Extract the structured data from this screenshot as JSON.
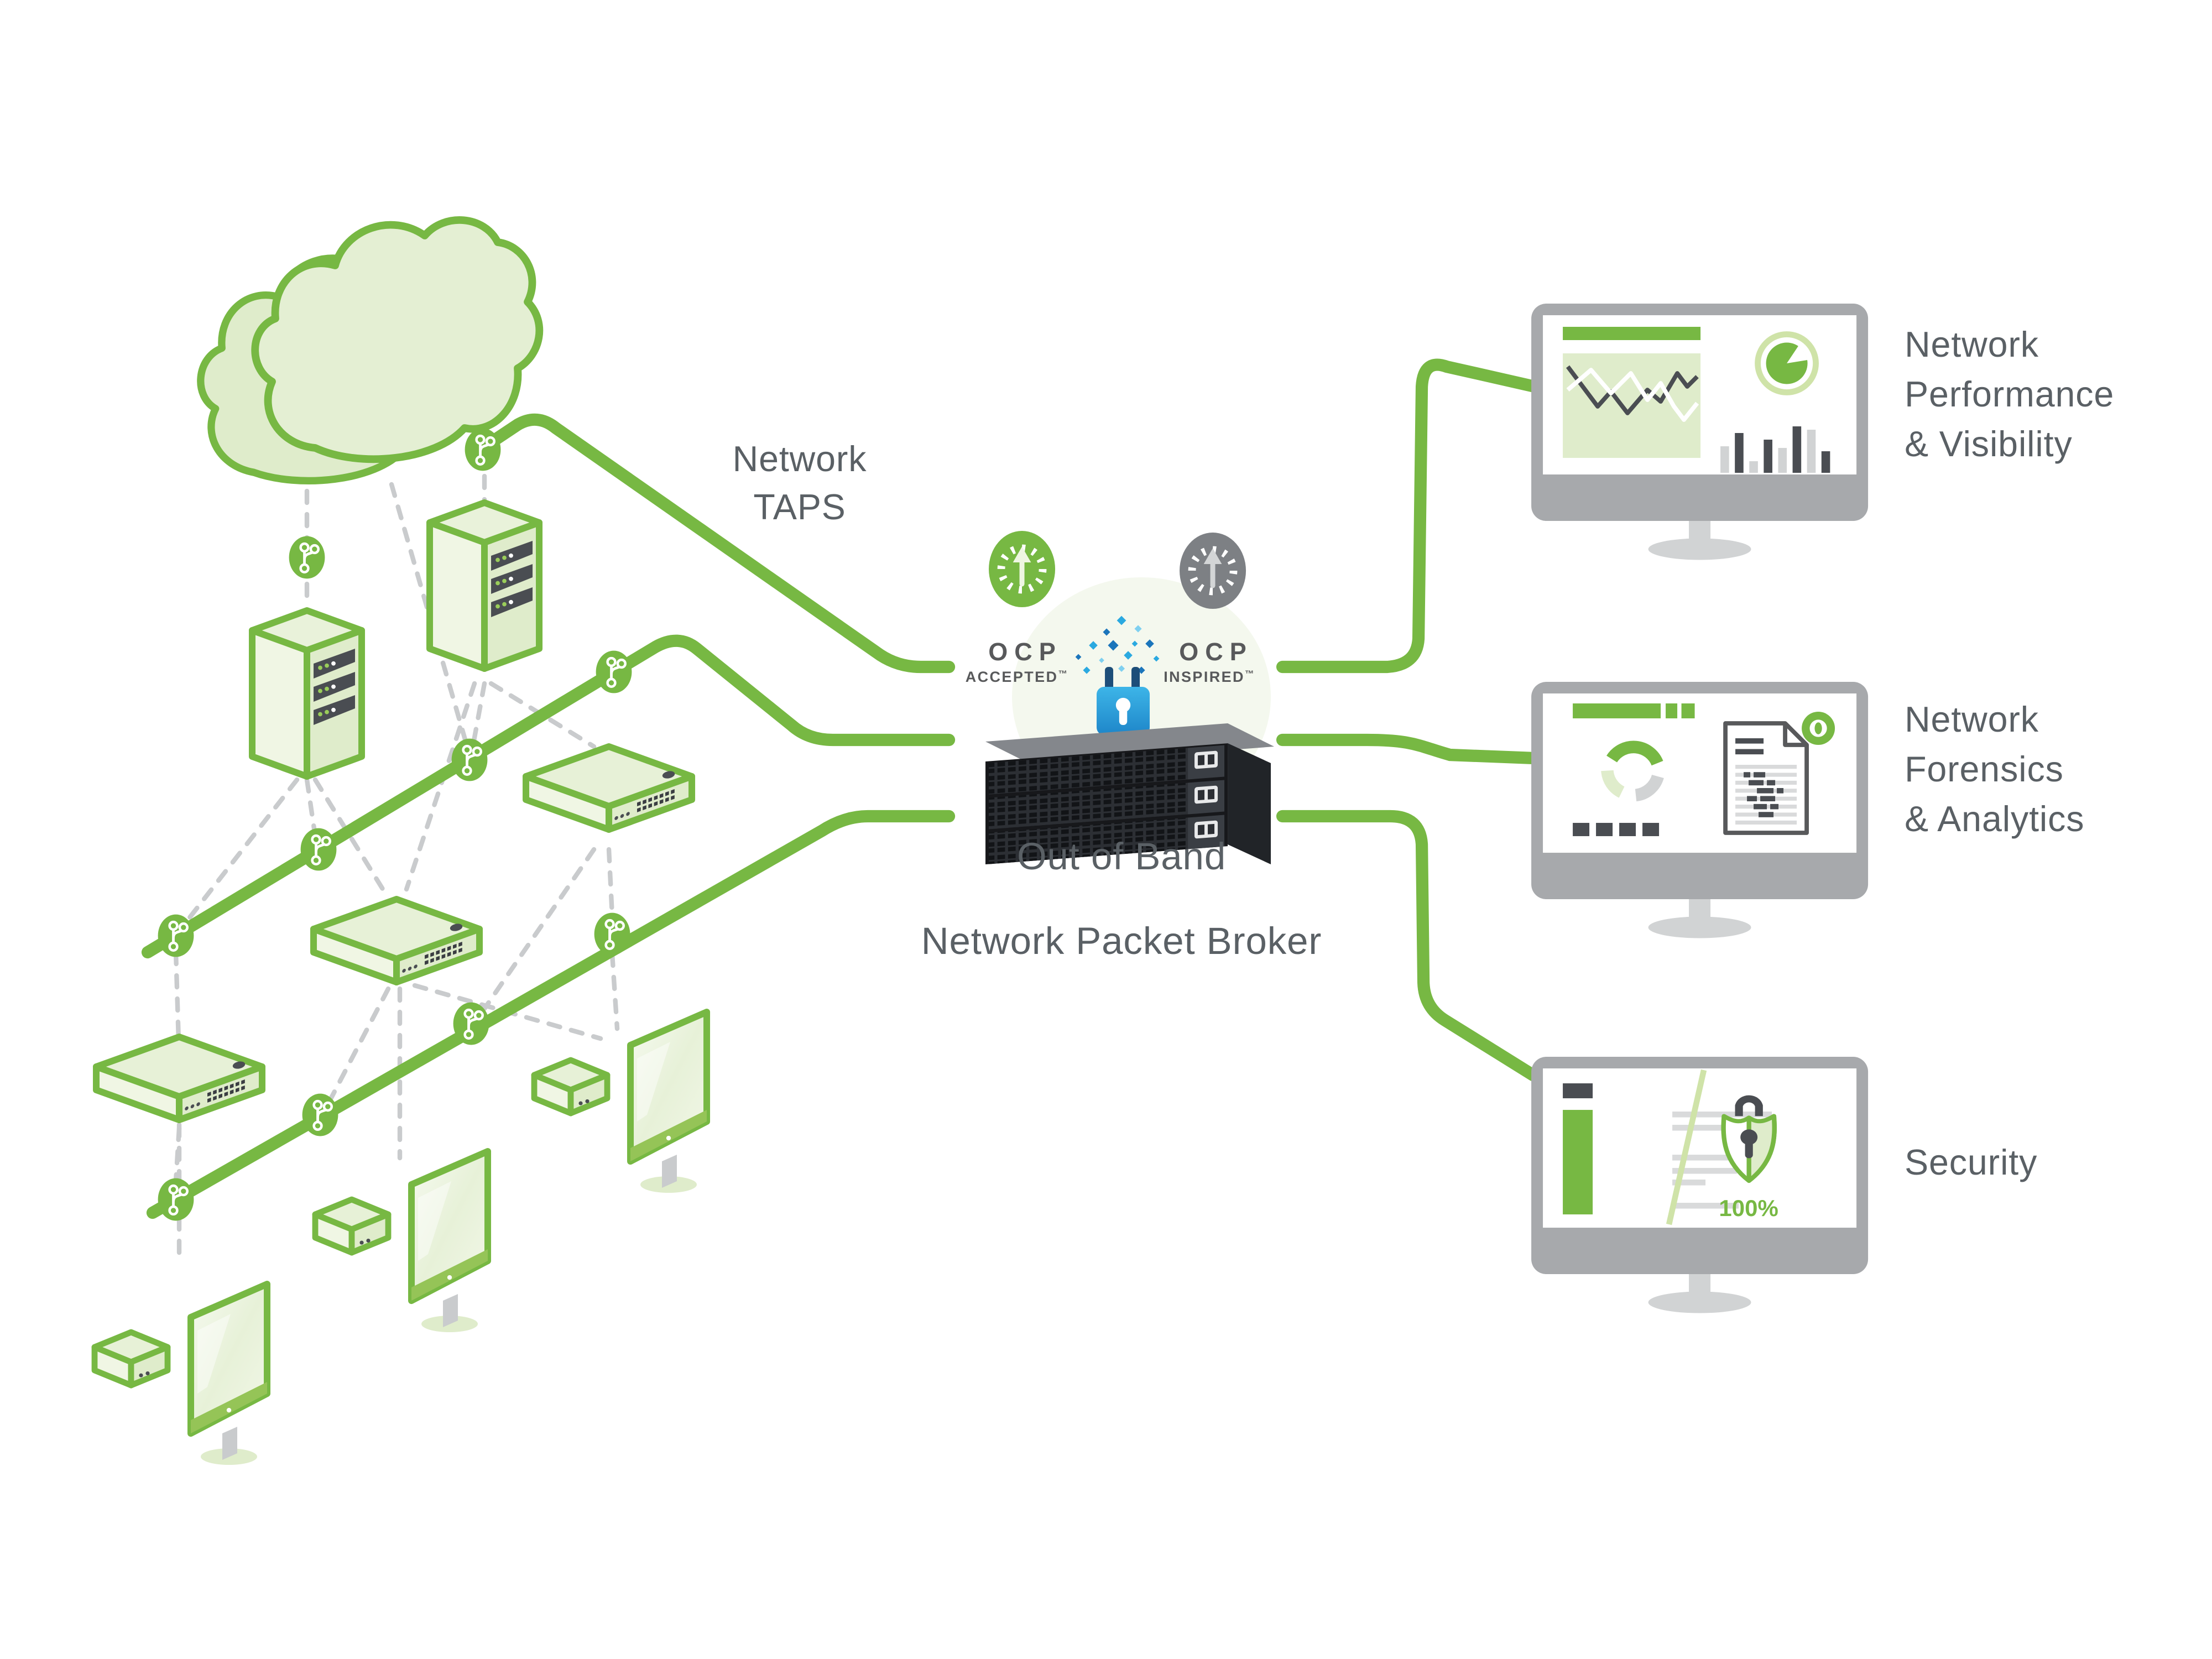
{
  "labels": {
    "taps": {
      "line1": "Network",
      "line2": "TAPS"
    },
    "broker": {
      "line1": "Out of Band",
      "line2": "Network Packet Broker"
    }
  },
  "badges": {
    "accepted": {
      "title": "OCP",
      "subtitle": "ACCEPTED",
      "trademark": "™"
    },
    "inspired": {
      "title": "OCP",
      "subtitle": "INSPIRED",
      "trademark": "™"
    }
  },
  "outputs": [
    {
      "name": "network-performance-visibility",
      "lines": [
        "Network",
        "Performance",
        "& Visibility"
      ]
    },
    {
      "name": "network-forensics-analytics",
      "lines": [
        "Network",
        "Forensics",
        "& Analytics"
      ]
    },
    {
      "name": "security",
      "lines": [
        "Security"
      ],
      "metric": "100%"
    }
  ],
  "topology": {
    "cloud": 1,
    "servers": 2,
    "switches": 3,
    "workstations": 3,
    "taps": 10
  },
  "colors": {
    "accent_green": "#77B843",
    "device_fill": "#DFECCB",
    "pale_green": "#CFE3A8",
    "monitor_frame_gray": "#A7A9AC",
    "stand_gray": "#D1D3D4",
    "text_gray": "#5A6065",
    "dark_slate": "#4A4D52",
    "dashed_gray": "#C9CBCD",
    "lock_blue": "#29A8E0",
    "lock_navy": "#1D4E79"
  }
}
